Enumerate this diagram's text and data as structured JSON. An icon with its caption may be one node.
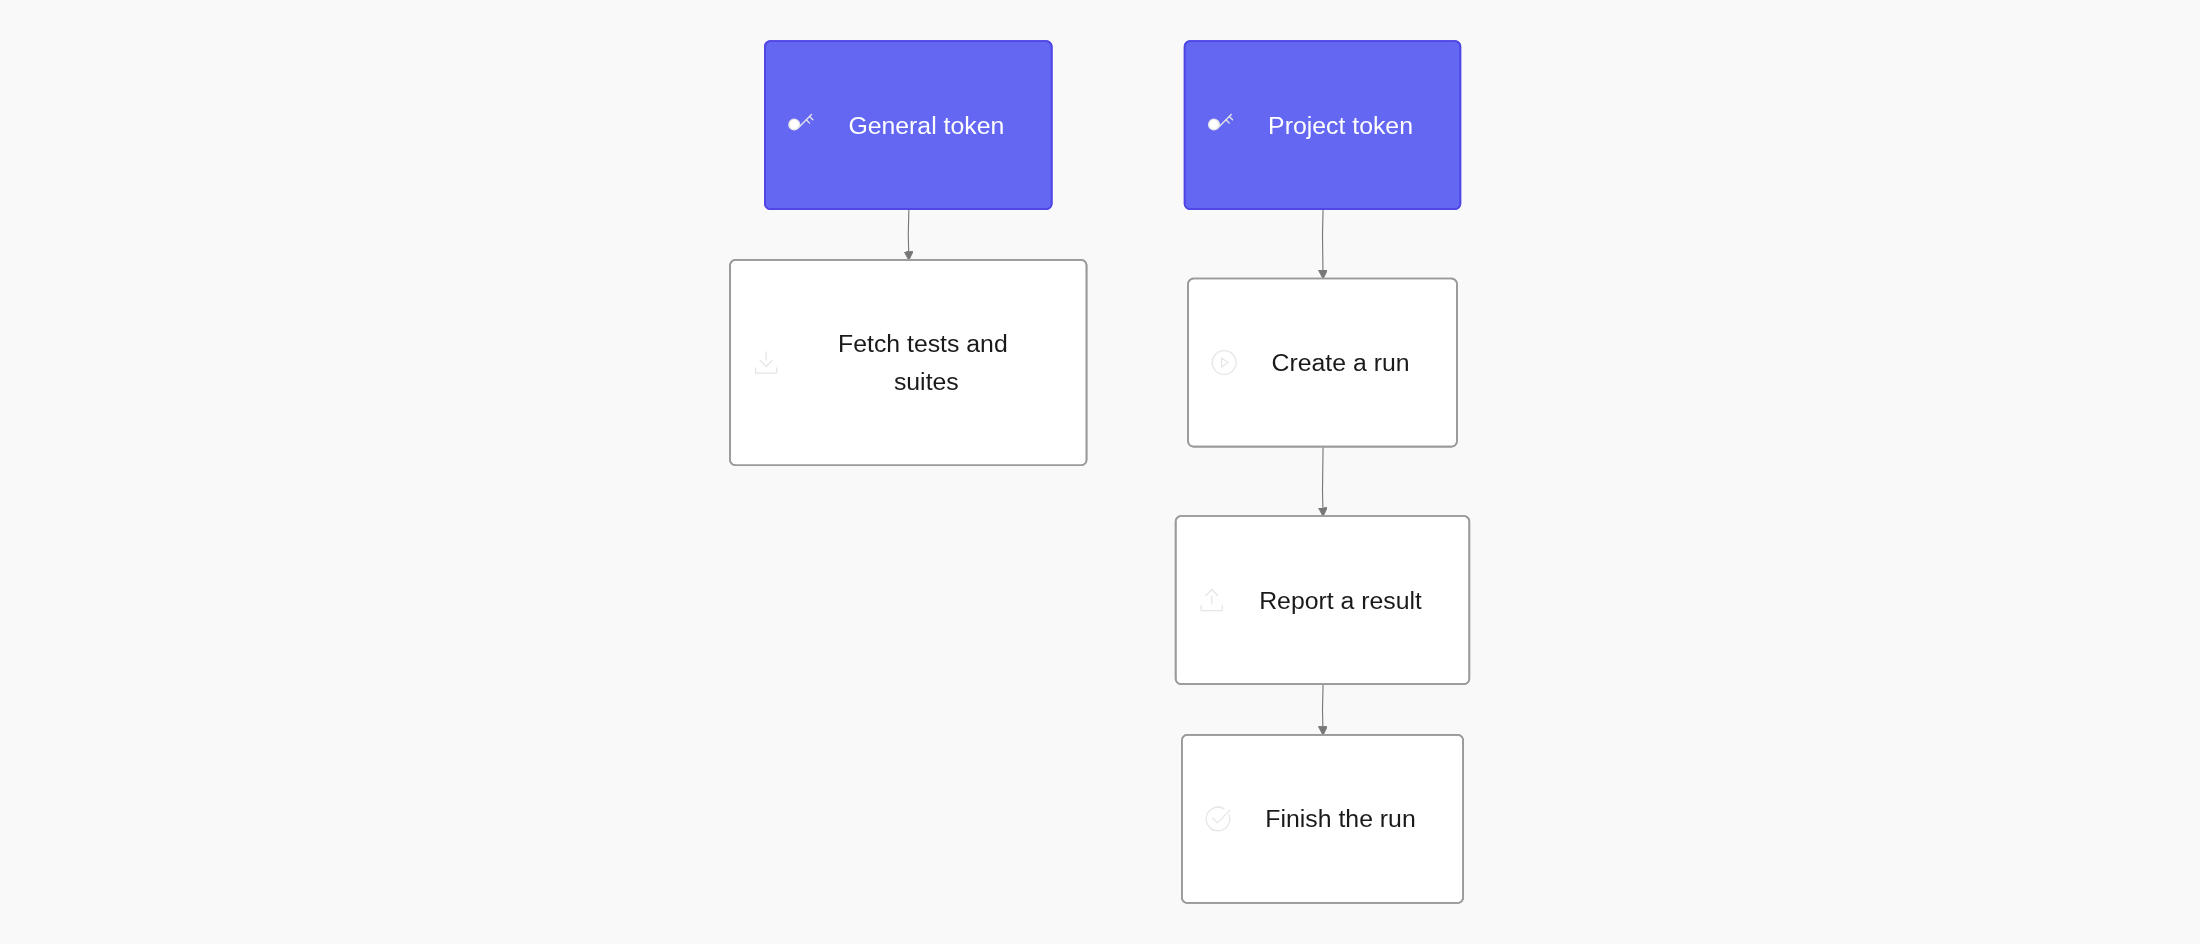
{
  "diagram": {
    "nodes": [
      {
        "text": [
          "General token"
        ]
      },
      {
        "text": [
          "Fetch tests and suites"
        ]
      },
      {
        "text": [
          "Project token"
        ]
      },
      {
        "text": [
          "Create a run"
        ]
      },
      {
        "text": [
          "Report a result"
        ]
      },
      {
        "text": [
          "Finish the run"
        ]
      }
    ],
    "edges": [
      {
        "from": 0,
        "to": 1,
        "arrow": "to"
      },
      {
        "from": 2,
        "to": 3,
        "arrow": "to"
      },
      {
        "from": 3,
        "to": 4,
        "arrow": "to"
      },
      {
        "from": 4,
        "to": 5,
        "arrow": "to"
      }
    ]
  }
}
